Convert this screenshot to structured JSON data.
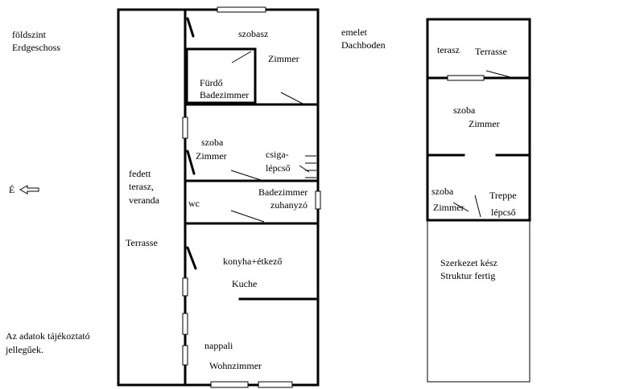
{
  "ground_floor": {
    "title_hu": "földszint",
    "title_de": "Erdgeschoss",
    "compass_label": "É",
    "note_line1": "Az adatok tájékoztató",
    "note_line2": "jellegűek.",
    "rooms": {
      "szobasz": "szobasz",
      "zimmer_top": "Zimmer",
      "furdo": "Fürdő",
      "badezimmer_small": "Badezimmer",
      "szoba_mid": "szoba",
      "zimmer_mid": "Zimmer",
      "csiga": "csiga-",
      "lepcso": "lépcső",
      "fedett": "fedett",
      "terasz": "terasz,",
      "veranda": "veranda",
      "terrasse": "Terrasse",
      "wc": "wc",
      "badezimmer_row": "Badezimmer",
      "zuhanyzo": "zuhanyzó",
      "konyha": "konyha+étkező",
      "kuche": "Kuche",
      "nappali": "nappali",
      "wohnzimmer": "Wohnzimmer"
    }
  },
  "upper_floor": {
    "title_hu": "emelet",
    "title_de": "Dachboden",
    "rooms": {
      "terasz": "terasz",
      "terrasse": "Terrasse",
      "szoba_top": "szoba",
      "zimmer_top": "Zimmer",
      "szoba_bottom": "szoba",
      "zimmer_bottom": "Zimmer",
      "treppe": "Treppe",
      "lepcso": "lépcső"
    },
    "structure_hu": "Szerkezet kész",
    "structure_de": "Struktur fertig"
  }
}
